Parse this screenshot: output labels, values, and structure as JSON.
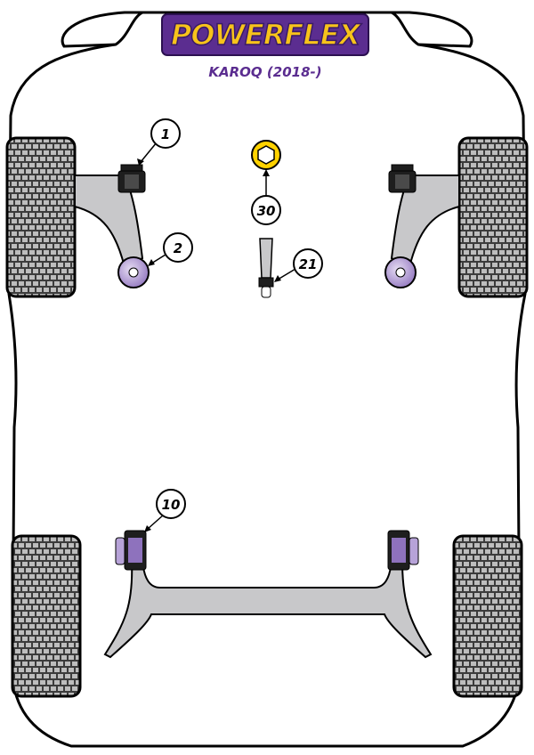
{
  "brand": {
    "name": "POWERFLEX",
    "model": "KAROQ (2018-)"
  },
  "colors": {
    "outline": "#000000",
    "body_fill": "#ffffff",
    "arm_gray": "#c8c8ca",
    "tyre_dark": "#3a3a3a",
    "tyre_light": "#bdbdbd",
    "bush_black": "#1e1e1e",
    "bush_purple": "#b7a3d8",
    "bush_purple_dark": "#5b3b8c",
    "brand_yellow": "#f7c31b",
    "brand_purple": "#5b2d90",
    "mount_yellow": "#ffd200"
  },
  "callouts": [
    {
      "id": "c1",
      "number": "1",
      "part": "front-arm-front-bush"
    },
    {
      "id": "c2",
      "number": "2",
      "part": "front-arm-rear-bush"
    },
    {
      "id": "c30",
      "number": "30",
      "part": "gearbox-mount-insert"
    },
    {
      "id": "c21",
      "number": "21",
      "part": "dog-bone-link"
    },
    {
      "id": "c10",
      "number": "10",
      "part": "rear-subframe-bush"
    }
  ]
}
